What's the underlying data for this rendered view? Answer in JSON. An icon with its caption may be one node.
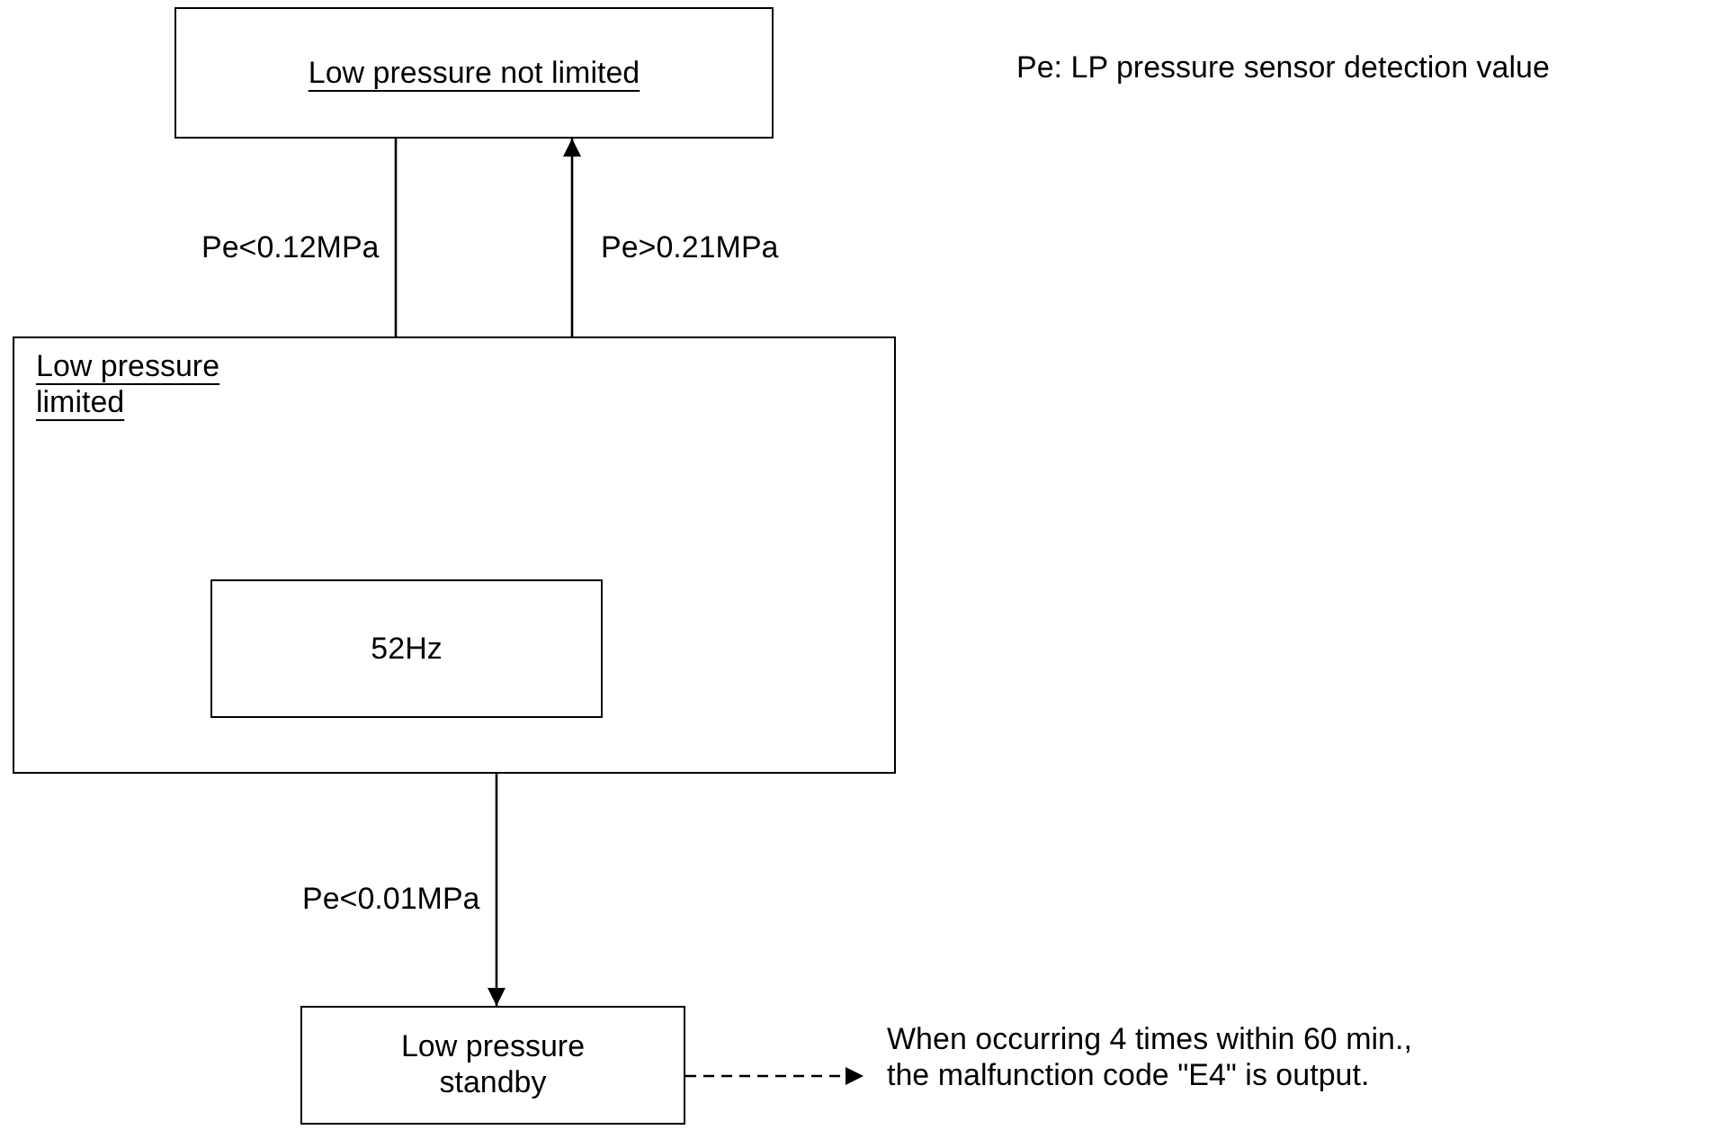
{
  "diagram": {
    "nodes": [
      {
        "text": [
          "Low pressure not limited"
        ]
      },
      {
        "text": [
          "Low pressure limited"
        ]
      },
      {
        "text": [
          "52Hz"
        ],
        "in": 1
      },
      {
        "text": [
          "Low pressure standby"
        ]
      },
      {
        "text": [
          "When occurring 4 times within 60 min., the malfunction code  \"E4\"  is output."
        ]
      }
    ],
    "edges": [
      {
        "from": 0,
        "to": 2,
        "arrow": "to",
        "label": "Pe<0.12MPa"
      },
      {
        "from": 1,
        "to": 0,
        "arrow": "to",
        "label": "Pe>0.21MPa"
      },
      {
        "from": 1,
        "to": 3,
        "arrow": "to",
        "label": "Pe<0.01MPa"
      },
      {
        "from": 3,
        "to": 4,
        "arrow": "to",
        "style": "dashed"
      }
    ],
    "labels": [
      "Pe: LP pressure sensor detection value"
    ]
  }
}
